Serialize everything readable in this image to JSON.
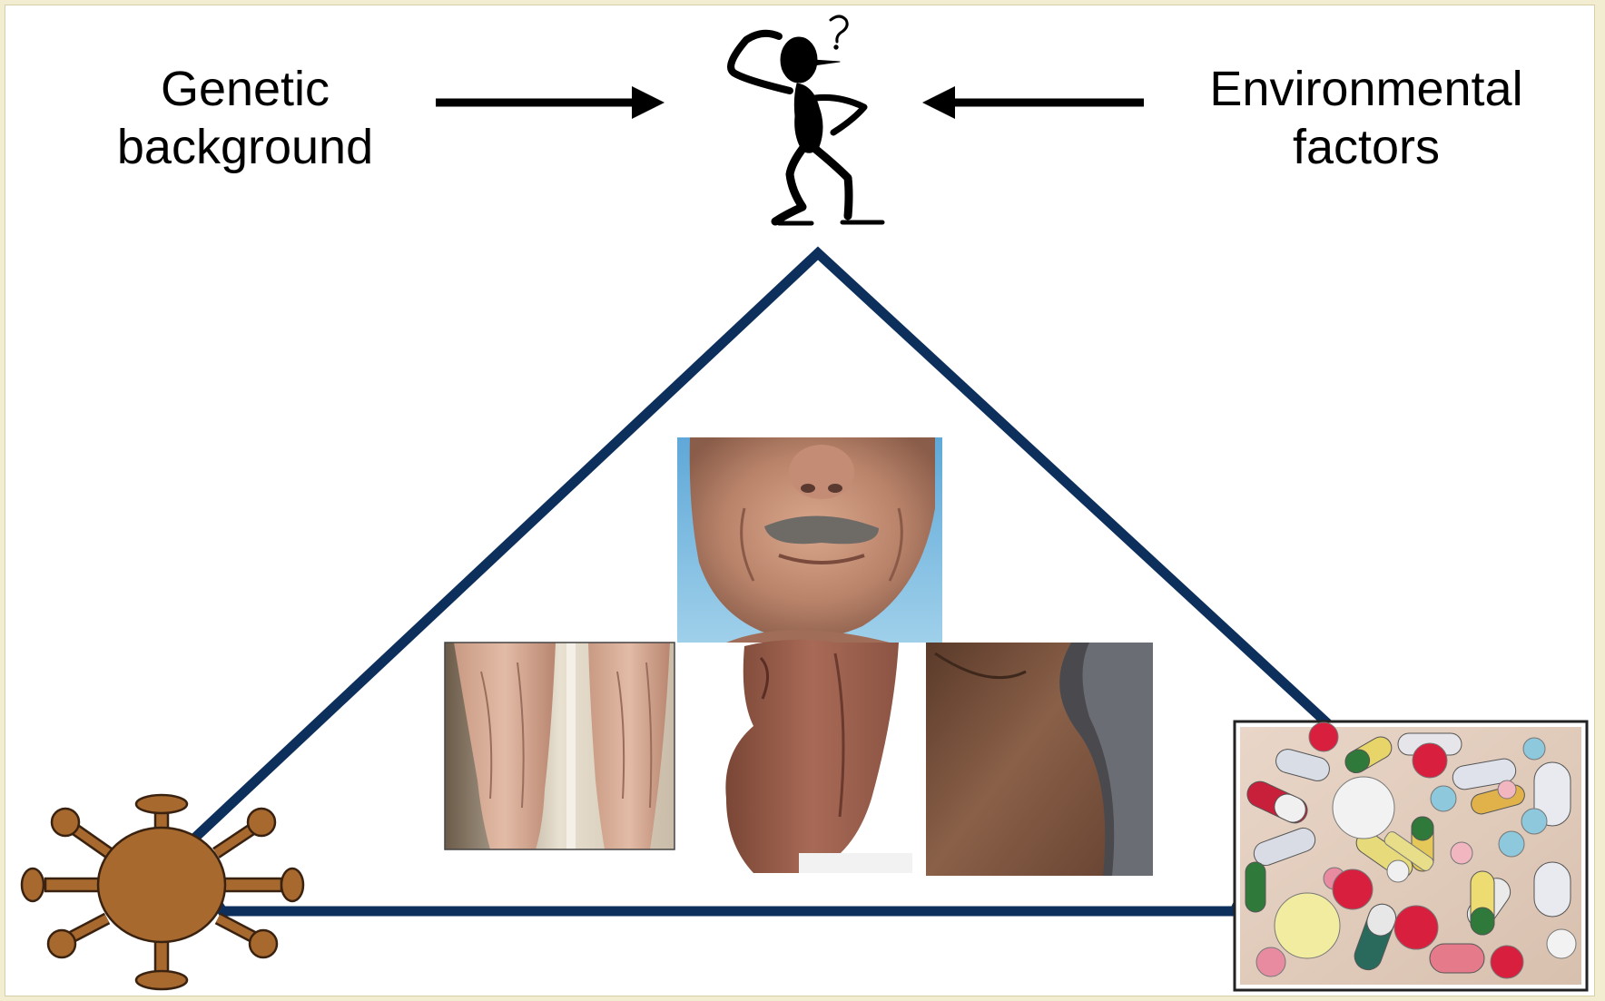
{
  "labels": {
    "genetic": {
      "line1": "Genetic",
      "line2": "background"
    },
    "environmental": {
      "line1": "Environmental",
      "line2": "factors"
    }
  },
  "icons": {
    "person": "thinking-person-icon",
    "virus": "virus-icon",
    "pills": "pills-icon"
  },
  "photos": [
    "face-lipoatrophy-photo",
    "legs-lipoatrophy-photo",
    "abdominal-lipohypertrophy-photo",
    "buffalo-hump-photo"
  ],
  "colors": {
    "triangle": "#0d2f5c",
    "arrows": "#000000",
    "virus": "#a8692f",
    "virus_outline": "#3a2210",
    "background": "#f2ecd0"
  }
}
